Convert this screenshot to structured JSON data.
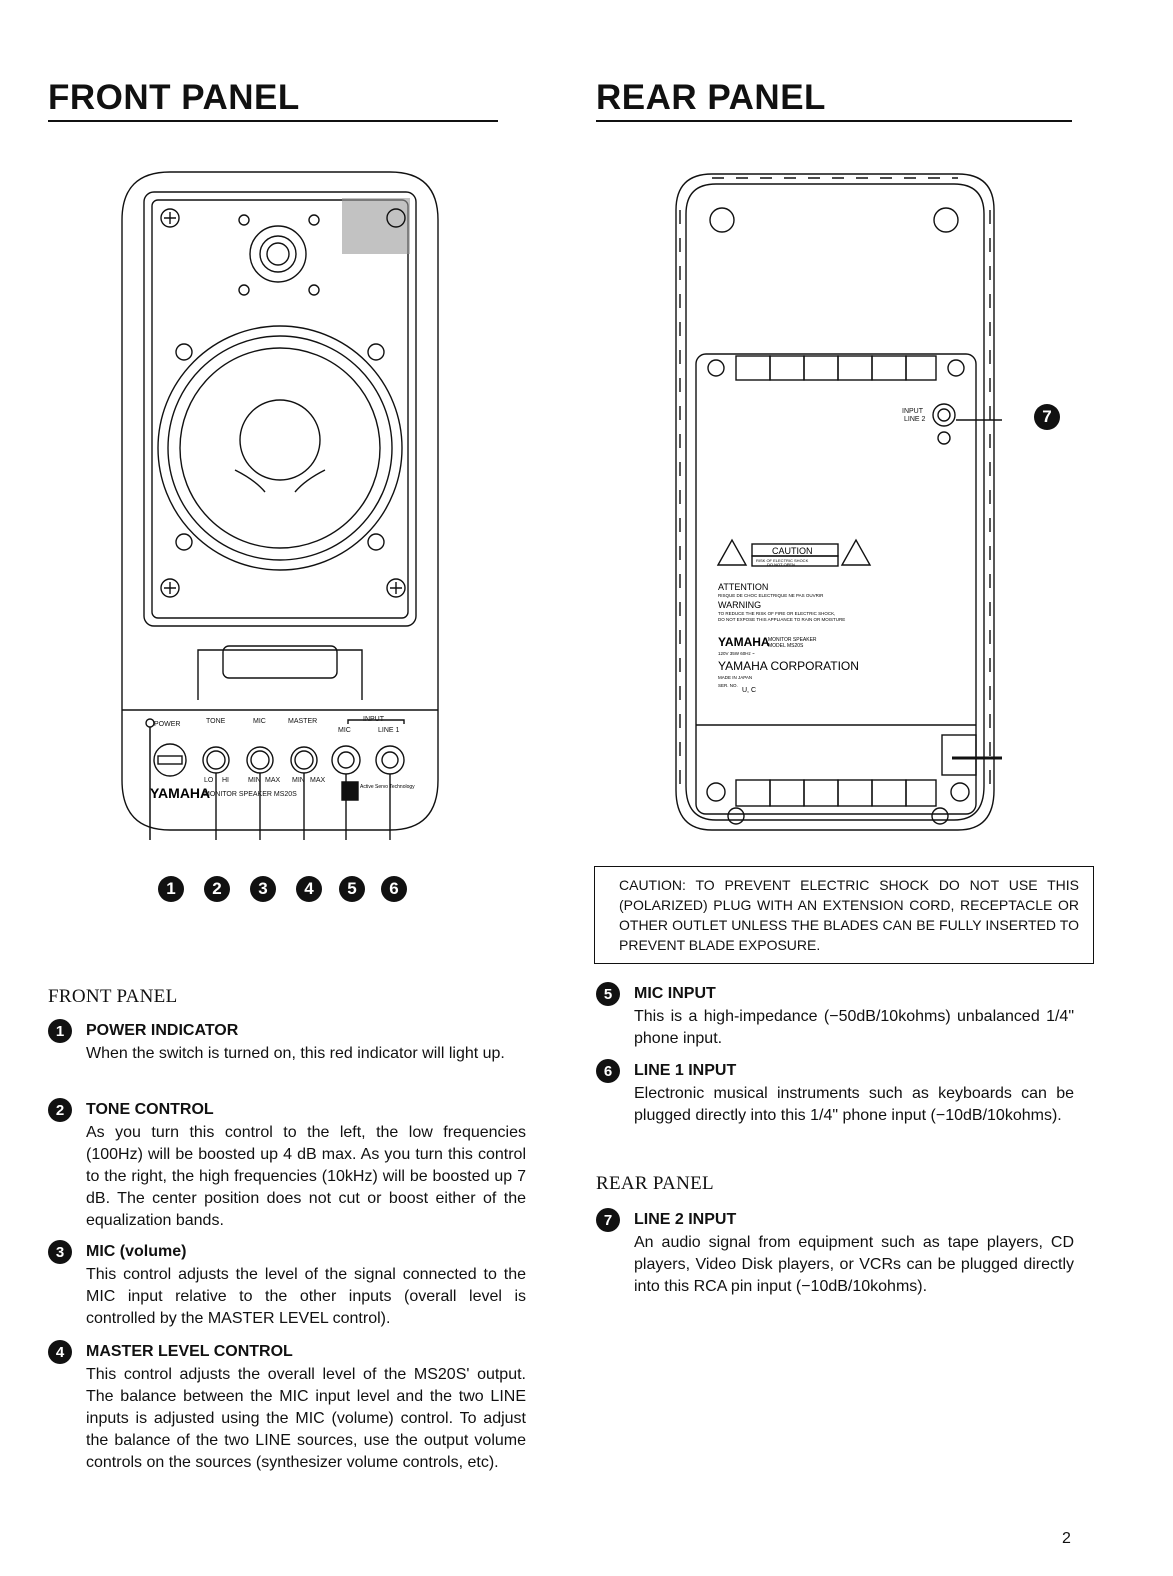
{
  "headers": {
    "front": "FRONT PANEL",
    "rear": "REAR PANEL"
  },
  "front_panel_labels": {
    "power": "POWER",
    "tone": "TONE",
    "mic": "MIC",
    "master": "MASTER",
    "input": "INPUT",
    "input_mic": "MIC",
    "input_line1": "LINE 1",
    "lo": "LO",
    "hi": "HI",
    "min": "MIN",
    "max": "MAX",
    "brand": "YAMAHA",
    "model_line": "MONITOR SPEAKER MS20S",
    "ast": "Active Servo Technology"
  },
  "rear_panel_labels": {
    "input": "INPUT",
    "line2": "LINE 2",
    "caution": "CAUTION",
    "caution_sub1": "RISK OF ELECTRIC SHOCK",
    "caution_sub2": "DO NOT OPEN",
    "attention": "ATTENTION",
    "attention_sub": "RISQUE DE CHOC ELECTRIQUE NE PAS OUVRIR",
    "warning": "WARNING",
    "warning_sub1": "TO REDUCE THE RISK OF FIRE OR ELECTRIC SHOCK,",
    "warning_sub2": "DO NOT EXPOSE THIS APPLIANCE TO RAIN OR MOISTURE",
    "brand": "YAMAHA",
    "model1": "MONITOR SPEAKER",
    "model2": "MODEL MS20S",
    "rating": "120V  35W  60Hz ~",
    "corp": "YAMAHA CORPORATION",
    "made": "MADE IN JAPAN",
    "serno": "SER. NO.",
    "uc": "U, C"
  },
  "callouts": [
    "1",
    "2",
    "3",
    "4",
    "5",
    "6",
    "7"
  ],
  "caution_notice": "CAUTION: TO PREVENT ELECTRIC SHOCK DO NOT USE THIS (POLARIZED) PLUG WITH AN EXTENSION CORD, RECEPTACLE OR OTHER OUTLET UNLESS THE BLADES CAN BE FULLY INSERTED TO PREVENT BLADE EXPOSURE.",
  "front_section": {
    "title": "FRONT PANEL",
    "items": [
      {
        "num": "1",
        "title": "POWER INDICATOR",
        "body": "When the switch is turned on, this red indicator will light up."
      },
      {
        "num": "2",
        "title": "TONE CONTROL",
        "body": "As you turn this control to the left, the low frequencies (100Hz) will be boosted up 4 dB max. As you turn this control to the right, the high frequencies (10kHz) will be boosted up 7 dB. The center position does not cut or boost either of the equalization bands."
      },
      {
        "num": "3",
        "title": "MIC (volume)",
        "body": "This control adjusts the level of the signal connected to the MIC input relative to the other inputs (overall level is controlled by the MASTER LEVEL control)."
      },
      {
        "num": "4",
        "title": "MASTER LEVEL CONTROL",
        "body": "This control adjusts the overall level of the MS20S' output. The balance between the MIC input level and the two LINE inputs is adjusted using the MIC (volume) control. To adjust the balance of the two LINE sources, use the output volume controls on the sources (synthesizer volume controls, etc)."
      }
    ]
  },
  "right_items": [
    {
      "num": "5",
      "title": "MIC INPUT",
      "body": "This is a high-impedance (−50dB/10kohms) unbalanced 1/4\" phone input."
    },
    {
      "num": "6",
      "title": "LINE 1 INPUT",
      "body": "Electronic musical instruments such as keyboards can be plugged directly into this 1/4\" phone input (−10dB/10kohms)."
    }
  ],
  "rear_section": {
    "title": "REAR PANEL",
    "items": [
      {
        "num": "7",
        "title": "LINE 2 INPUT",
        "body": "An audio signal from equipment such as tape players, CD players, Video Disk players, or VCRs can be plugged directly into this RCA pin input (−10dB/10kohms)."
      }
    ]
  },
  "page_number": "2"
}
